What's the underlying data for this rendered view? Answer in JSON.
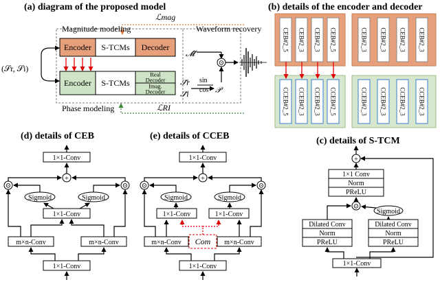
{
  "titles": {
    "a": "(a) diagram of the proposed model",
    "b": "(b)  details of the encoder and decoder",
    "c": "(c) details of S-TCM",
    "d": "(d) details of CEB",
    "e": "(e) details of CCEB"
  },
  "panel_a": {
    "magnitude_modeling": "Magnitude modeling",
    "phase_modeling": "Phase modeling",
    "waveform_recovery": "Waveform recovery",
    "encoder": "Encoder",
    "stcms": "S-TCMs",
    "decoder": "Decoder",
    "real_decoder_1": "Real",
    "real_decoder_2": "Decoder",
    "imag_decoder_1": "Imag.",
    "imag_decoder_2": "Decoder",
    "input": "(𝒮r, 𝒮i)",
    "loss_mag": "ℒmag",
    "loss_ri": "ℒRI",
    "mag_est": "𝓜̂",
    "sr": "𝒮̃r",
    "si": "𝒮̃i",
    "sin": "sin",
    "cos": "cos",
    "phase": "𝒫",
    "multiply": "⊙",
    "colors": {
      "orange": "#e8a07c",
      "green": "#cfe3c6",
      "border_green": "#9cbf8e"
    }
  },
  "panel_b": {
    "top_left": [
      "CEB#2_5",
      "CEB#2_3",
      "CEB#2_3",
      "CEB#2_5"
    ],
    "top_right": [
      "CEB#2_3",
      "CEB#2_3",
      "CEB#2_3",
      "CEB#2_3"
    ],
    "bottom_left": [
      "CCEB#2_5",
      "CCEB#2_3",
      "CCEB#2_3",
      "CCEB#2_5"
    ],
    "bottom_right": [
      "CCEB#2_3",
      "CCEB#2_3",
      "CCEB#2_3",
      "CCEB#2_3"
    ]
  },
  "panel_c": {
    "plus": "+",
    "conv_1x1_top": "1×1 Conv",
    "norm_top": "Norm",
    "prelu_top": "PReLU",
    "sigmoid": "Sigmoid",
    "dilated_left": "Dilated Conv",
    "norm_left": "Norm",
    "prelu_left": "PReLU",
    "dilated_right": "Dilated Conv",
    "norm_right": "Norm",
    "prelu_right": "PReLU",
    "conv_1x1_bottom": "1×1-Conv",
    "multiply": "⊙"
  },
  "panel_d": {
    "top_conv": "1×1-Conv",
    "plus": "+",
    "sigmoid_left": "Sigmoid",
    "sigmoid_right": "Sigmoid",
    "mid_conv": "1×1-Conv",
    "mn_left": "m×n-Conv",
    "mn_right": "m×n-Conv",
    "bottom_conv": "1×1-Conv",
    "multiply": "⊙"
  },
  "panel_e": {
    "top_conv": "1×1-Conv",
    "plus": "+",
    "sigmoid_left": "Sigmoid",
    "sigmoid_right": "Sigmoid",
    "mid_conv_left": "1×1-Conv",
    "mid_conv_right": "1×1-Conv",
    "mn_left": "m×n-Conv",
    "com": "Com",
    "mn_right": "m×n-Conv",
    "bottom_conv": "1×1-Conv",
    "multiply": "⊙"
  }
}
